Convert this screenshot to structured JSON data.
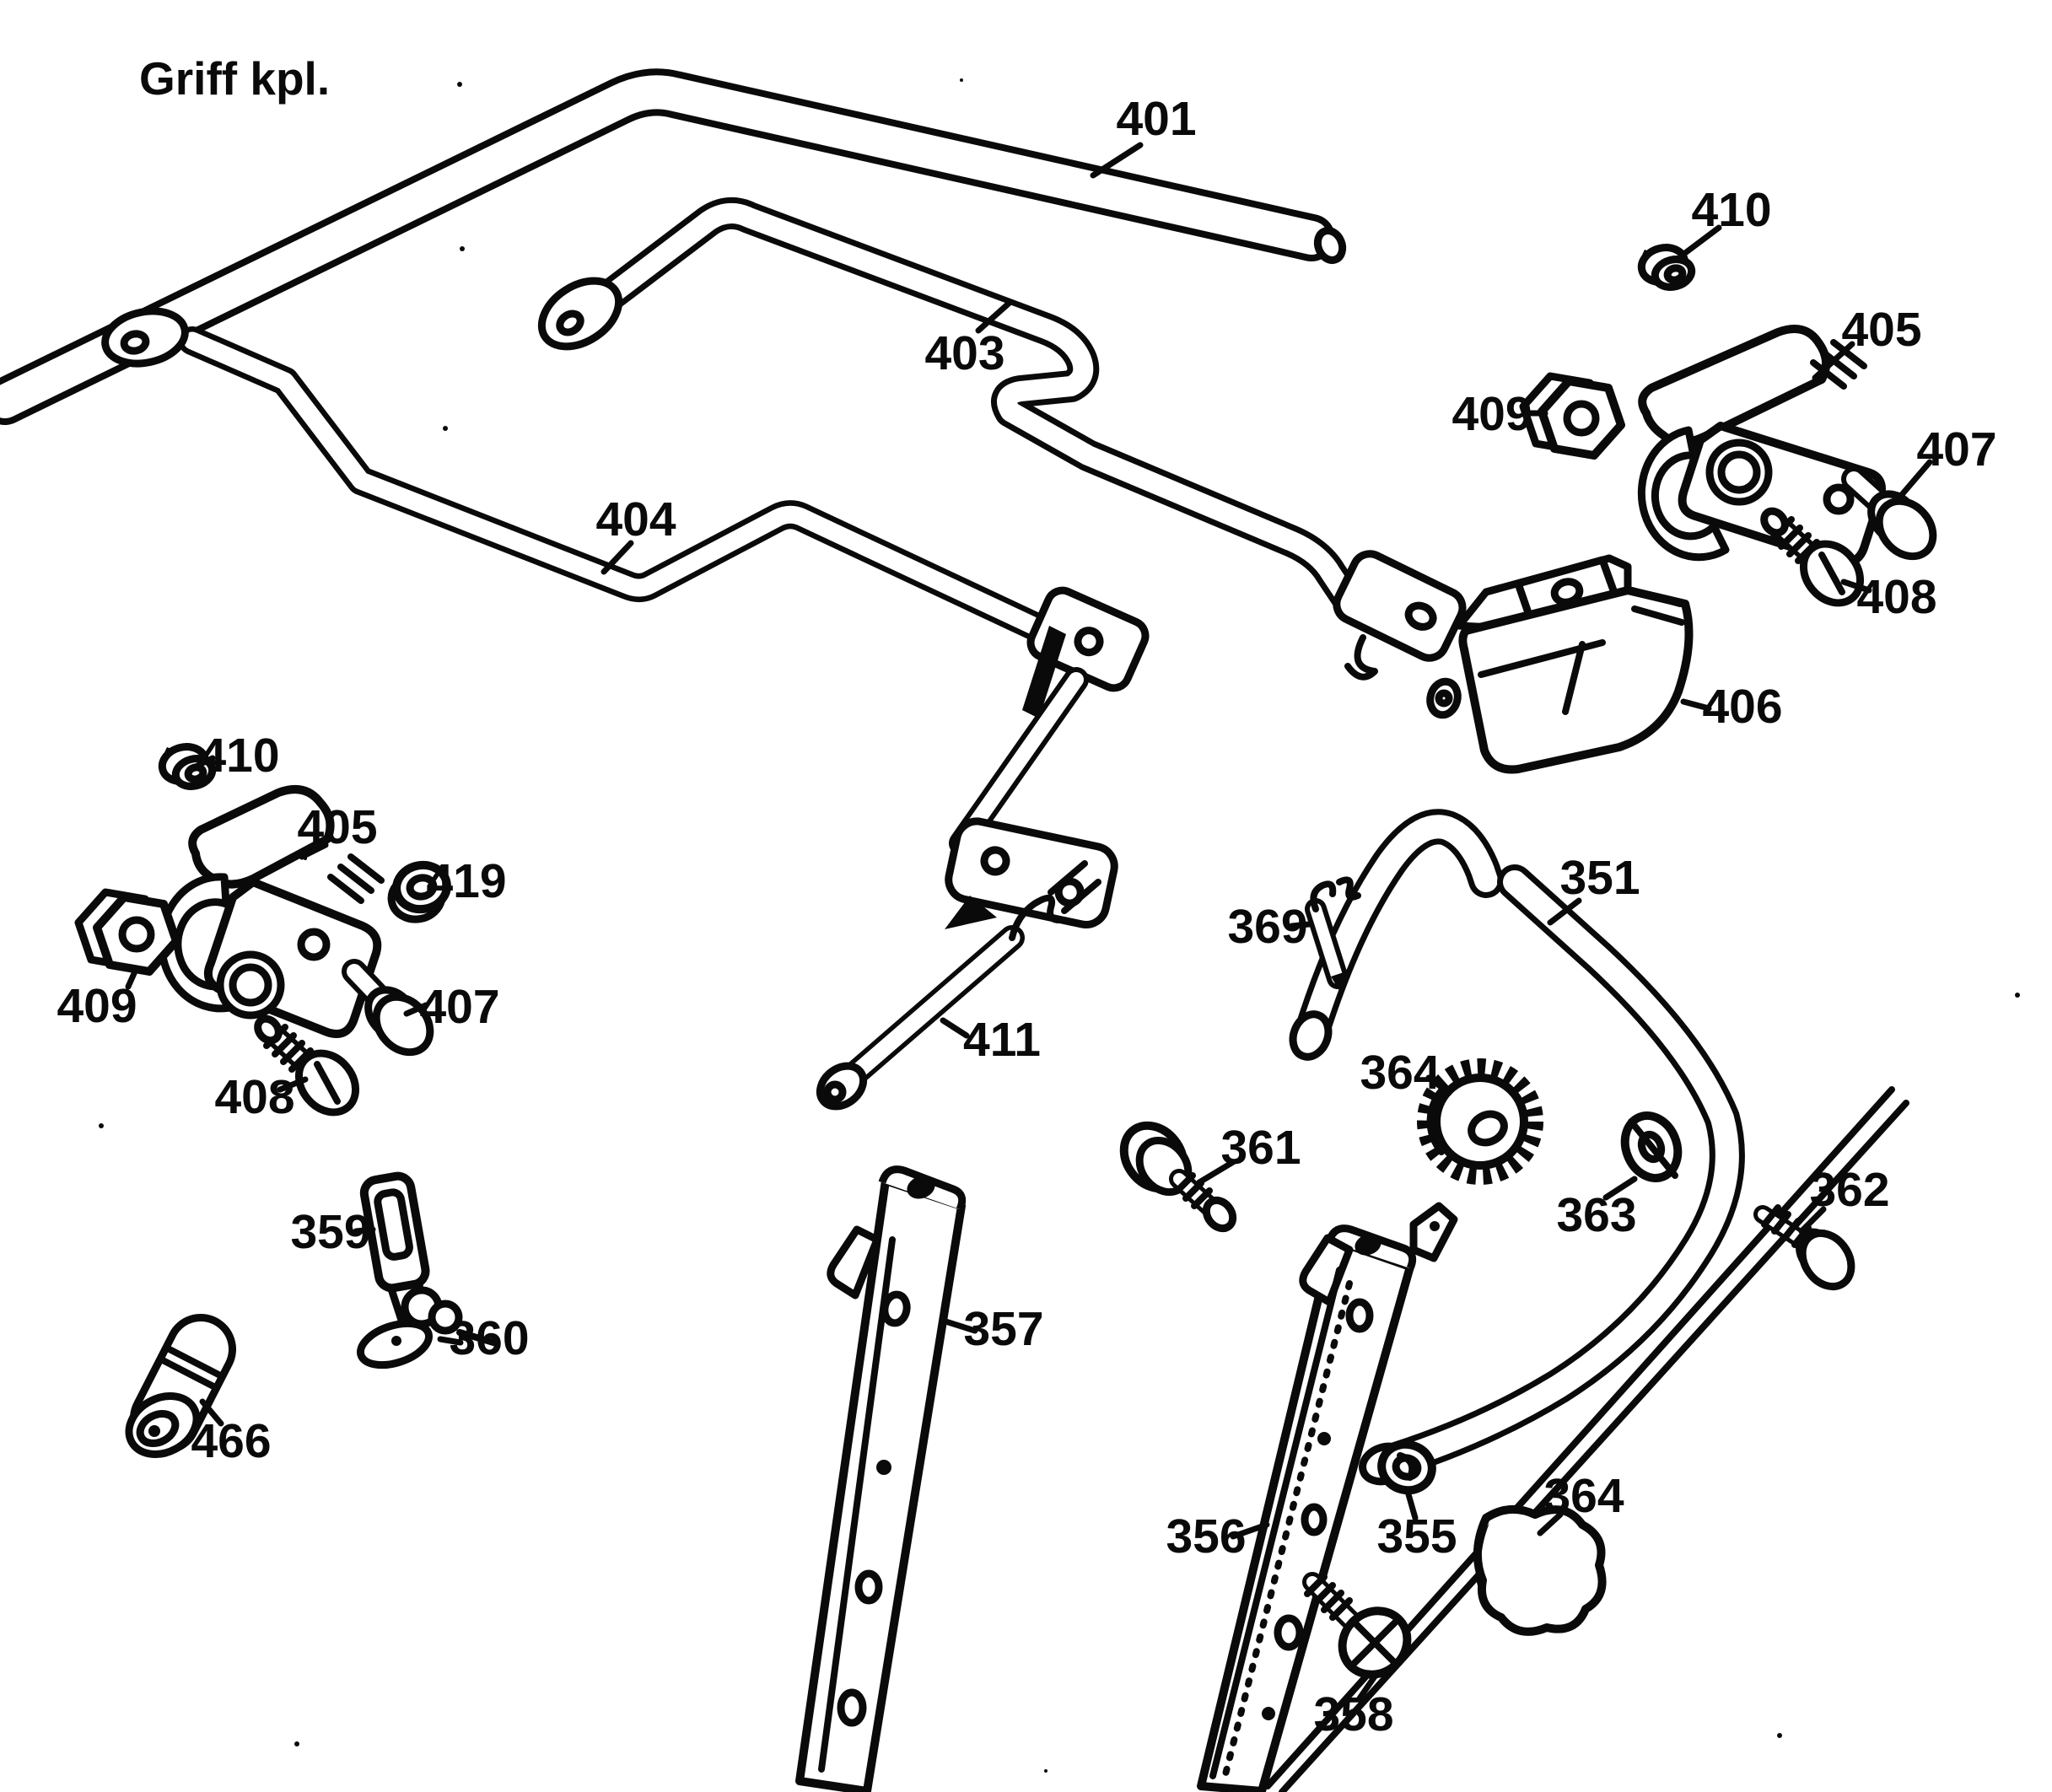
{
  "title": "Griff kpl.",
  "diagram": {
    "type": "exploded-parts-diagram",
    "background_color": "#ffffff",
    "line_color": "#0a0a0a"
  },
  "parts": {
    "401": "upper-handle-tube",
    "403": "handle-rod-z-bend",
    "404": "handle-rod-with-eyelet",
    "405": "cable-clamp-bracket",
    "406": "guide-bracket",
    "407": "shoulder-bolt",
    "408": "slotted-screw",
    "409": "hex-nut",
    "410": "flange-nut",
    "411": "brake-rod",
    "419": "nut-washer",
    "351": "lower-handle-tube",
    "355": "locknut-washer",
    "356": "handle-arm-right",
    "357": "handle-arm-left",
    "358": "phillips-screw",
    "359": "slider-button",
    "360": "latch-lever",
    "361": "washer-head-screw",
    "362": "thread-screw",
    "363": "notched-washer",
    "364": "adjuster-gear-and-star-knob",
    "369": "retainer-clip",
    "466": "grip-sleeve"
  },
  "callouts": [
    {
      "id": "401",
      "label": "401"
    },
    {
      "id": "403",
      "label": "403"
    },
    {
      "id": "404",
      "label": "404"
    },
    {
      "id": "410-left",
      "label": "410"
    },
    {
      "id": "405-left",
      "label": "405"
    },
    {
      "id": "419",
      "label": "419"
    },
    {
      "id": "409-left",
      "label": "409"
    },
    {
      "id": "407-left",
      "label": "407"
    },
    {
      "id": "408-left",
      "label": "408"
    },
    {
      "id": "411",
      "label": "411"
    },
    {
      "id": "359",
      "label": "359"
    },
    {
      "id": "360",
      "label": "360"
    },
    {
      "id": "466",
      "label": "466"
    },
    {
      "id": "361",
      "label": "361"
    },
    {
      "id": "357",
      "label": "357"
    },
    {
      "id": "356",
      "label": "356"
    },
    {
      "id": "355",
      "label": "355"
    },
    {
      "id": "358",
      "label": "358"
    },
    {
      "id": "364-knob",
      "label": "364"
    },
    {
      "id": "364-gear",
      "label": "364"
    },
    {
      "id": "363",
      "label": "363"
    },
    {
      "id": "362",
      "label": "362"
    },
    {
      "id": "369",
      "label": "369"
    },
    {
      "id": "351",
      "label": "351"
    },
    {
      "id": "406",
      "label": "406"
    },
    {
      "id": "410-right",
      "label": "410"
    },
    {
      "id": "405-right",
      "label": "405"
    },
    {
      "id": "409-right",
      "label": "409"
    },
    {
      "id": "407-right",
      "label": "407"
    },
    {
      "id": "408-right",
      "label": "408"
    }
  ]
}
